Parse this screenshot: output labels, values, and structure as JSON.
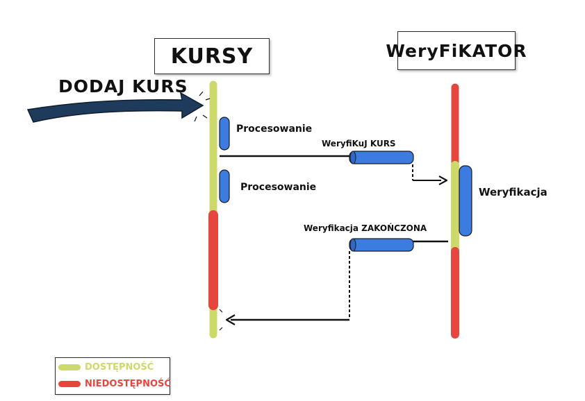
{
  "colors": {
    "available": "#cdd96a",
    "unavailable": "#e5473f",
    "activation": "#3c7be0",
    "arrow_big": "#1f3b5c",
    "line": "#111111"
  },
  "participants": {
    "kursy": "KURSY",
    "weryfikator": "WeryFiKATOR"
  },
  "trigger": {
    "label": "DODAJ KURS"
  },
  "activations": {
    "procesowanie_1": "Procesowanie",
    "procesowanie_2": "Procesowanie",
    "weryfikacja": "Weryfikacja"
  },
  "messages": {
    "weryfikuj_kurs": "WeryfiKuJ KURS",
    "weryfikacja_zakonczona": "Weryfikacja ZAKOŃCZONA"
  },
  "legend": {
    "available_label": "DOSTĘPNOŚĆ",
    "unavailable_label": "NIEDOSTĘPNOŚĆ"
  },
  "icons": {
    "trigger_arrow": "thick-arrow-right",
    "message_arrow": "arrow-head"
  }
}
